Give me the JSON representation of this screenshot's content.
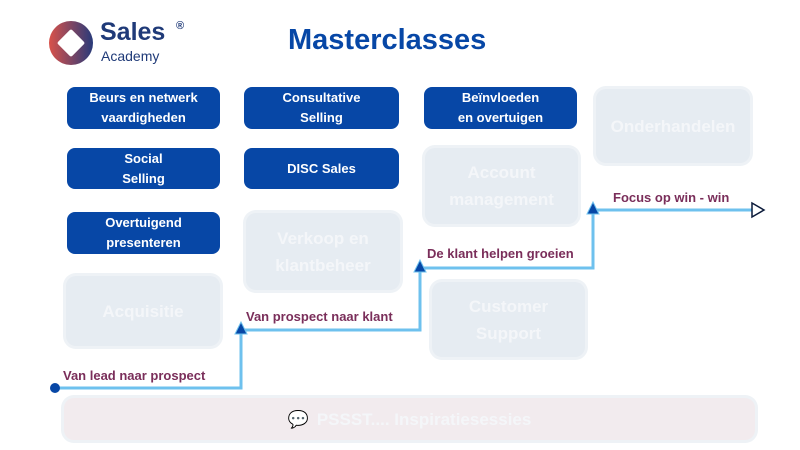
{
  "logo": {
    "brand": "Sales",
    "reg": "®",
    "sub": "Academy"
  },
  "title": "Masterclasses",
  "courses": [
    "Beurs en netwerk\nvaardigheden",
    "Consultative\nSelling",
    "Beïnvloeden\nen overtuigen",
    "Social\nSelling",
    "DISC Sales",
    "Overtuigend\npresenteren"
  ],
  "faded": [
    "Onderhandelen",
    "Account\nmanagement",
    "Verkoop en\nklantbeheer",
    "Acquisitie",
    "Customer\nSupport"
  ],
  "banner": "PSSST.... Inspiratiesessies",
  "steps": [
    "Van lead naar prospect",
    "Van prospect naar klant",
    "De klant helpen groeien",
    "Focus op win - win"
  ],
  "colors": {
    "primary": "#0747a6",
    "label": "#7a2e5a",
    "path": "#6ec1ee"
  }
}
